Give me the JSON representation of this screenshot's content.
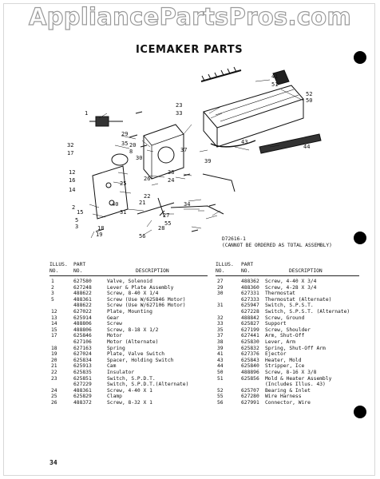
{
  "watermark": "AppliancePartsPros.com",
  "title": "ICEMAKER PARTS",
  "diagram": {
    "caption_code": "D72616-1",
    "caption_note": "(CANNOT BE ORDERED AS TOTAL ASSEMBLY)",
    "callouts": [
      "41",
      "51",
      "52",
      "50",
      "23",
      "33",
      "1",
      "29",
      "35",
      "37",
      "43",
      "44",
      "32",
      "17",
      "20",
      "8",
      "30",
      "39",
      "12",
      "16",
      "14",
      "25",
      "26",
      "38",
      "24",
      "34",
      "2",
      "15",
      "31",
      "27",
      "55",
      "28",
      "19",
      "18",
      "56",
      "21",
      "40",
      "5",
      "3",
      "22"
    ]
  },
  "headers": {
    "illus": "ILLUS.",
    "no": "NO.",
    "part": "PART",
    "description": "DESCRIPTION"
  },
  "left_rows": [
    [
      "1",
      "627580",
      "Valve, Solenoid"
    ],
    [
      "2",
      "627248",
      "Lever & Plate Assembly"
    ],
    [
      "3",
      "488622",
      "Screw, 8-40 X 1/4"
    ],
    [
      "5",
      "488361",
      "Screw (Use W/625846 Motor)"
    ],
    [
      "",
      "488622",
      "Screw (Use W/627106 Motor)"
    ],
    [
      "12",
      "627022",
      "Plate, Mounting"
    ],
    [
      "13",
      "625914",
      "Gear"
    ],
    [
      "14",
      "488806",
      "Screw"
    ],
    [
      "15",
      "488806",
      "Screw, 8-18 X 1/2"
    ],
    [
      "17",
      "625846",
      "Motor"
    ],
    [
      "",
      "627106",
      "Motor (Alternate)"
    ],
    [
      "18",
      "627163",
      "Spring"
    ],
    [
      "19",
      "627024",
      "Plate, Valve Switch"
    ],
    [
      "20",
      "625834",
      "Spacer, Holding Switch"
    ],
    [
      "21",
      "625913",
      "Cam"
    ],
    [
      "22",
      "625835",
      "Insulator"
    ],
    [
      "23",
      "625851",
      "Switch, S.P.D.T."
    ],
    [
      "",
      "627229",
      "Switch, S.P.D.T.(Alternate)"
    ],
    [
      "24",
      "488361",
      "Screw, 4-40 X 1"
    ],
    [
      "25",
      "625829",
      "Clamp"
    ],
    [
      "26",
      "488372",
      "Screw, 8-32 X 1"
    ]
  ],
  "right_rows": [
    [
      "27",
      "488362",
      "Screw, 4-40 X 3/4"
    ],
    [
      "29",
      "488360",
      "Screw, 4-28 X 3/4"
    ],
    [
      "30",
      "627331",
      "Thermostat"
    ],
    [
      "",
      "627333",
      "Thermostat (Alternate)"
    ],
    [
      "31",
      "625947",
      "Switch, S.P.S.T."
    ],
    [
      "",
      "627228",
      "Switch, S.P.S.T. (Alternate)"
    ],
    [
      "32",
      "488842",
      "Screw, Ground"
    ],
    [
      "33",
      "625827",
      "Support"
    ],
    [
      "35",
      "627199",
      "Screw, Shoulder"
    ],
    [
      "37",
      "627441",
      "Arm, Shut-Off"
    ],
    [
      "38",
      "625830",
      "Lever, Arm"
    ],
    [
      "39",
      "625832",
      "Spring, Shut-Off Arm"
    ],
    [
      "41",
      "627376",
      "Ejector"
    ],
    [
      "43",
      "625843",
      "Heater, Mold"
    ],
    [
      "44",
      "625840",
      "Stripper, Ice"
    ],
    [
      "50",
      "488896",
      "Screw, 8-16 X 3/8"
    ],
    [
      "51",
      "625856",
      "Mold & Heater Assembly"
    ],
    [
      "",
      "",
      "(Includes Illus. 43)"
    ],
    [
      "52",
      "625707",
      "Bearing & Inlet"
    ],
    [
      "55",
      "627280",
      "Wire Harness"
    ],
    [
      "56",
      "627991",
      "Connector, Wire"
    ]
  ],
  "page_number": "34"
}
